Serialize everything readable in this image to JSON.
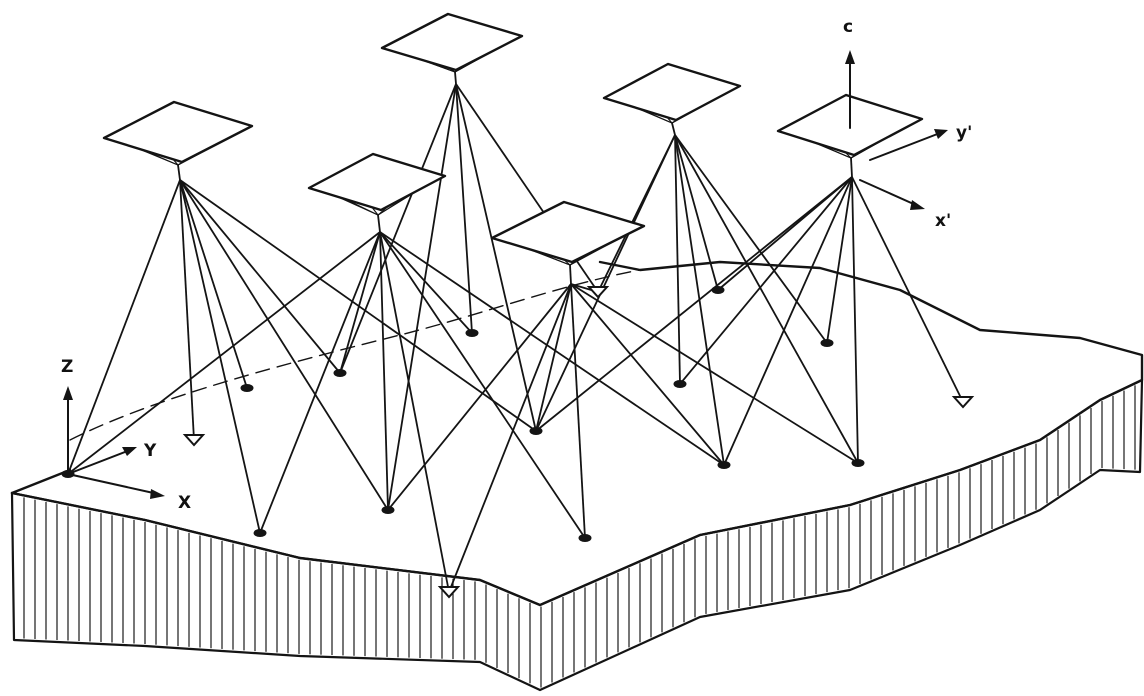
{
  "labels": {
    "world_z": "Z",
    "world_y": "Y",
    "world_x": "X",
    "camera_c": "c",
    "camera_y": "y'",
    "camera_x": "x'"
  }
}
